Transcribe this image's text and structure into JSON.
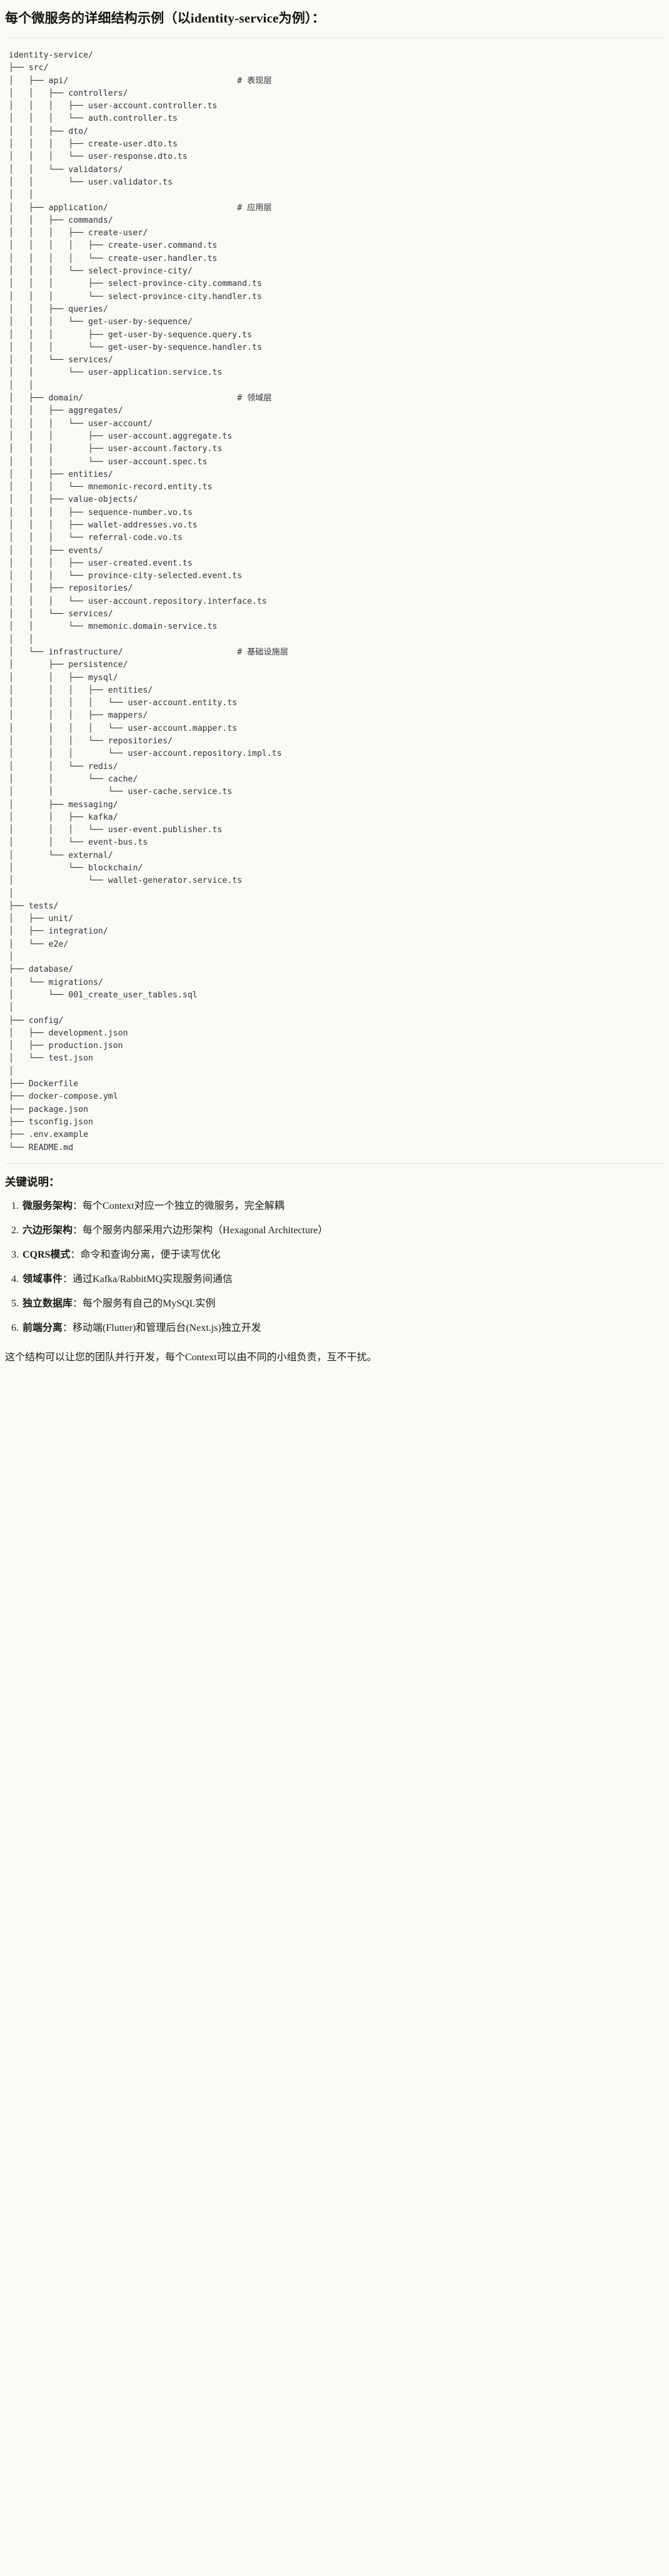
{
  "heading": "每个微服务的详细结构示例（以identity-service为例）：",
  "code_block": {
    "language": "text",
    "lines": [
      {
        "text": "identity-service/",
        "comment": ""
      },
      {
        "text": "├── src/",
        "comment": ""
      },
      {
        "text": "│   ├── api/",
        "comment": "# 表现层"
      },
      {
        "text": "│   │   ├── controllers/",
        "comment": ""
      },
      {
        "text": "│   │   │   ├── user-account.controller.ts",
        "comment": ""
      },
      {
        "text": "│   │   │   └── auth.controller.ts",
        "comment": ""
      },
      {
        "text": "│   │   ├── dto/",
        "comment": ""
      },
      {
        "text": "│   │   │   ├── create-user.dto.ts",
        "comment": ""
      },
      {
        "text": "│   │   │   └── user-response.dto.ts",
        "comment": ""
      },
      {
        "text": "│   │   └── validators/",
        "comment": ""
      },
      {
        "text": "│   │       └── user.validator.ts",
        "comment": ""
      },
      {
        "text": "│   │",
        "comment": ""
      },
      {
        "text": "│   ├── application/",
        "comment": "# 应用层"
      },
      {
        "text": "│   │   ├── commands/",
        "comment": ""
      },
      {
        "text": "│   │   │   ├── create-user/",
        "comment": ""
      },
      {
        "text": "│   │   │   │   ├── create-user.command.ts",
        "comment": ""
      },
      {
        "text": "│   │   │   │   └── create-user.handler.ts",
        "comment": ""
      },
      {
        "text": "│   │   │   └── select-province-city/",
        "comment": ""
      },
      {
        "text": "│   │   │       ├── select-province-city.command.ts",
        "comment": ""
      },
      {
        "text": "│   │   │       └── select-province-city.handler.ts",
        "comment": ""
      },
      {
        "text": "│   │   ├── queries/",
        "comment": ""
      },
      {
        "text": "│   │   │   └── get-user-by-sequence/",
        "comment": ""
      },
      {
        "text": "│   │   │       ├── get-user-by-sequence.query.ts",
        "comment": ""
      },
      {
        "text": "│   │   │       └── get-user-by-sequence.handler.ts",
        "comment": ""
      },
      {
        "text": "│   │   └── services/",
        "comment": ""
      },
      {
        "text": "│   │       └── user-application.service.ts",
        "comment": ""
      },
      {
        "text": "│   │",
        "comment": ""
      },
      {
        "text": "│   ├── domain/",
        "comment": "# 领域层"
      },
      {
        "text": "│   │   ├── aggregates/",
        "comment": ""
      },
      {
        "text": "│   │   │   └── user-account/",
        "comment": ""
      },
      {
        "text": "│   │   │       ├── user-account.aggregate.ts",
        "comment": ""
      },
      {
        "text": "│   │   │       ├── user-account.factory.ts",
        "comment": ""
      },
      {
        "text": "│   │   │       └── user-account.spec.ts",
        "comment": ""
      },
      {
        "text": "│   │   ├── entities/",
        "comment": ""
      },
      {
        "text": "│   │   │   └── mnemonic-record.entity.ts",
        "comment": ""
      },
      {
        "text": "│   │   ├── value-objects/",
        "comment": ""
      },
      {
        "text": "│   │   │   ├── sequence-number.vo.ts",
        "comment": ""
      },
      {
        "text": "│   │   │   ├── wallet-addresses.vo.ts",
        "comment": ""
      },
      {
        "text": "│   │   │   └── referral-code.vo.ts",
        "comment": ""
      },
      {
        "text": "│   │   ├── events/",
        "comment": ""
      },
      {
        "text": "│   │   │   ├── user-created.event.ts",
        "comment": ""
      },
      {
        "text": "│   │   │   └── province-city-selected.event.ts",
        "comment": ""
      },
      {
        "text": "│   │   ├── repositories/",
        "comment": ""
      },
      {
        "text": "│   │   │   └── user-account.repository.interface.ts",
        "comment": ""
      },
      {
        "text": "│   │   └── services/",
        "comment": ""
      },
      {
        "text": "│   │       └── mnemonic.domain-service.ts",
        "comment": ""
      },
      {
        "text": "│   │",
        "comment": ""
      },
      {
        "text": "│   └── infrastructure/",
        "comment": "# 基础设施层"
      },
      {
        "text": "│       ├── persistence/",
        "comment": ""
      },
      {
        "text": "│       │   ├── mysql/",
        "comment": ""
      },
      {
        "text": "│       │   │   ├── entities/",
        "comment": ""
      },
      {
        "text": "│       │   │   │   └── user-account.entity.ts",
        "comment": ""
      },
      {
        "text": "│       │   │   ├── mappers/",
        "comment": ""
      },
      {
        "text": "│       │   │   │   └── user-account.mapper.ts",
        "comment": ""
      },
      {
        "text": "│       │   │   └── repositories/",
        "comment": ""
      },
      {
        "text": "│       │   │       └── user-account.repository.impl.ts",
        "comment": ""
      },
      {
        "text": "│       │   └── redis/",
        "comment": ""
      },
      {
        "text": "│       │       └── cache/",
        "comment": ""
      },
      {
        "text": "│       │           └── user-cache.service.ts",
        "comment": ""
      },
      {
        "text": "│       ├── messaging/",
        "comment": ""
      },
      {
        "text": "│       │   ├── kafka/",
        "comment": ""
      },
      {
        "text": "│       │   │   └── user-event.publisher.ts",
        "comment": ""
      },
      {
        "text": "│       │   └── event-bus.ts",
        "comment": ""
      },
      {
        "text": "│       └── external/",
        "comment": ""
      },
      {
        "text": "│           └── blockchain/",
        "comment": ""
      },
      {
        "text": "│               └── wallet-generator.service.ts",
        "comment": ""
      },
      {
        "text": "│",
        "comment": ""
      },
      {
        "text": "├── tests/",
        "comment": ""
      },
      {
        "text": "│   ├── unit/",
        "comment": ""
      },
      {
        "text": "│   ├── integration/",
        "comment": ""
      },
      {
        "text": "│   └── e2e/",
        "comment": ""
      },
      {
        "text": "│",
        "comment": ""
      },
      {
        "text": "├── database/",
        "comment": ""
      },
      {
        "text": "│   └── migrations/",
        "comment": ""
      },
      {
        "text": "│       └── 001_create_user_tables.sql",
        "comment": ""
      },
      {
        "text": "│",
        "comment": ""
      },
      {
        "text": "├── config/",
        "comment": ""
      },
      {
        "text": "│   ├── development.json",
        "comment": ""
      },
      {
        "text": "│   ├── production.json",
        "comment": ""
      },
      {
        "text": "│   └── test.json",
        "comment": ""
      },
      {
        "text": "│",
        "comment": ""
      },
      {
        "text": "├── Dockerfile",
        "comment": ""
      },
      {
        "text": "├── docker-compose.yml",
        "comment": ""
      },
      {
        "text": "├── package.json",
        "comment": ""
      },
      {
        "text": "├── tsconfig.json",
        "comment": ""
      },
      {
        "text": "├── .env.example",
        "comment": ""
      },
      {
        "text": "└── README.md",
        "comment": ""
      }
    ],
    "comment_column": 46
  },
  "notes": {
    "title": "关键说明：",
    "items": [
      {
        "term": "微服务架构",
        "sep": "：",
        "desc": "每个Context对应一个独立的微服务，完全解耦"
      },
      {
        "term": "六边形架构",
        "sep": "：",
        "desc": "每个服务内部采用六边形架构（Hexagonal Architecture）"
      },
      {
        "term": "CQRS模式",
        "sep": "：",
        "desc": "命令和查询分离，便于读写优化"
      },
      {
        "term": "领域事件",
        "sep": "：",
        "desc": "通过Kafka/RabbitMQ实现服务间通信"
      },
      {
        "term": "独立数据库",
        "sep": "：",
        "desc": "每个服务有自己的MySQL实例"
      },
      {
        "term": "前端分离",
        "sep": "：",
        "desc": "移动端(Flutter)和管理后台(Next.js)独立开发"
      }
    ],
    "closing": "这个结构可以让您的团队并行开发，每个Context可以由不同的小组负责，互不干扰。"
  },
  "colors": {
    "page_background": "#faf9f5",
    "text": "#1a1a17",
    "code_text": "#2e3338",
    "rule": "#e6e3da"
  }
}
